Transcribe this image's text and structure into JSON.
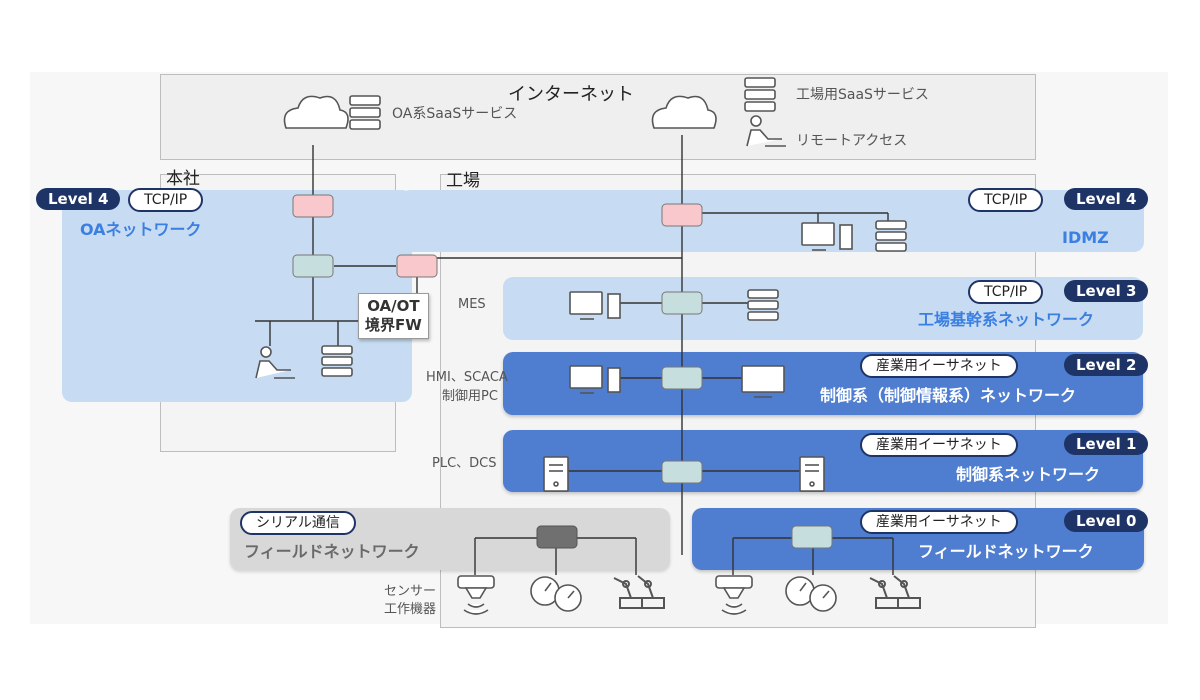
{
  "internet": {
    "title": "インターネット",
    "oa_saas": "OA系SaaSサービス",
    "factory_saas": "工場用SaaSサービス",
    "remote": "リモートアクセス"
  },
  "zones": {
    "hq": "本社",
    "factory": "工場"
  },
  "oa_network": {
    "level": "Level 4",
    "protocol": "TCP/IP",
    "name": "OAネットワーク"
  },
  "idmz": {
    "level": "Level 4",
    "protocol": "TCP/IP",
    "name": "IDMZ"
  },
  "fw": {
    "line1": "OA/OT",
    "line2": "境界FW"
  },
  "level3": {
    "level": "Level 3",
    "protocol": "TCP/IP",
    "name": "工場基幹系ネットワーク",
    "side_label": "MES"
  },
  "level2": {
    "level": "Level 2",
    "protocol": "産業用イーサネット",
    "name": "制御系（制御情報系）ネットワーク",
    "side_label_1": "HMI、SCACA",
    "side_label_2": "制御用PC"
  },
  "level1": {
    "level": "Level 1",
    "protocol": "産業用イーサネット",
    "name": "制御系ネットワーク",
    "side_label": "PLC、DCS"
  },
  "field_serial": {
    "protocol": "シリアル通信",
    "name": "フィールドネットワーク"
  },
  "level0": {
    "level": "Level 0",
    "protocol": "産業用イーサネット",
    "name": "フィールドネットワーク"
  },
  "bottom_labels": {
    "line1": "センサー",
    "line2": "工作機器"
  },
  "colors": {
    "switch_pink": "#f8c8cc",
    "switch_teal": "#c6dedd",
    "switch_gray": "#707070",
    "level_badge": "#1f3466",
    "band_light": "#c7dcf3",
    "band_dark": "#4f7dd0"
  }
}
